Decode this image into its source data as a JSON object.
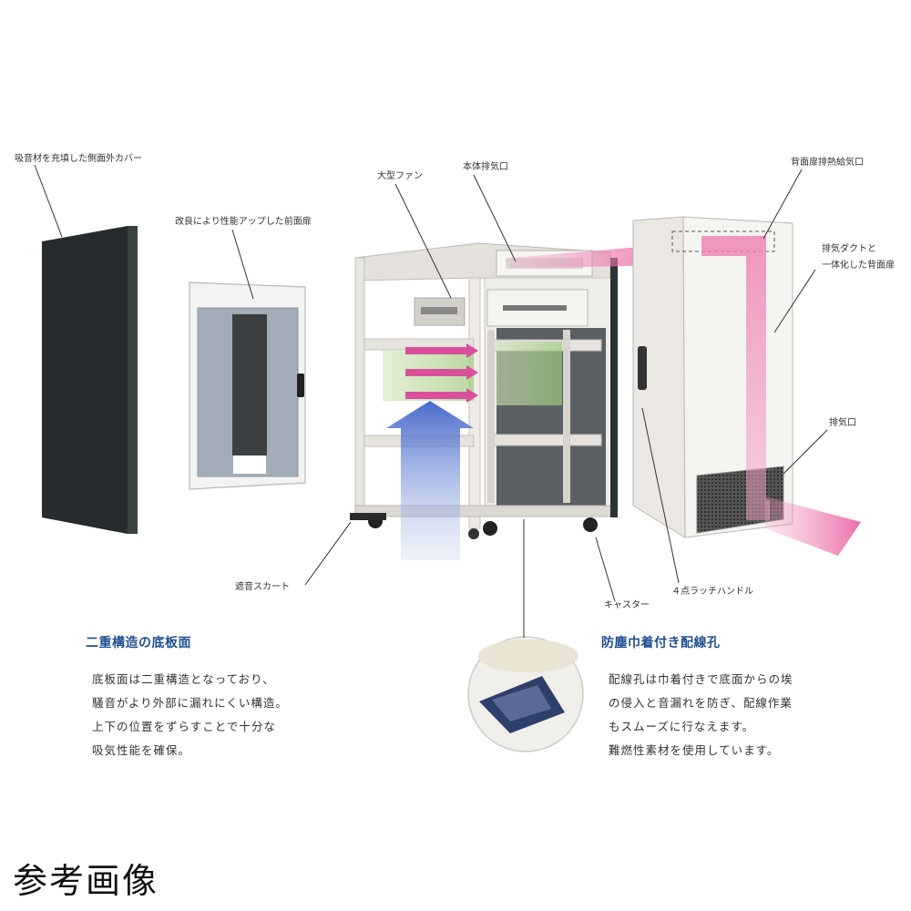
{
  "labels": {
    "side_cover": "吸音材を充填した側面外カバー",
    "front_door": "改良により性能アップした前面扉",
    "large_fan": "大型ファン",
    "body_exhaust": "本体排気口",
    "rear_door_vent": "背面扉排熱給気口",
    "rear_door_duct_line1": "排気ダクトと",
    "rear_door_duct_line2": "一体化した背面扉",
    "exhaust_port": "排気口",
    "skirt": "遮音スカート",
    "caster": "キャスター",
    "latch_handle": "４点ラッチハンドル"
  },
  "sections": {
    "bottom": {
      "heading": "二重構造の底板面",
      "lines": [
        "底板面は二重構造となっており、",
        "騒音がより外部に漏れにくい構造。",
        "上下の位置をずらすことで十分な",
        "吸気性能を確保。"
      ]
    },
    "cable_hole": {
      "heading": "防塵巾着付き配線孔",
      "lines": [
        "配線孔は巾着付きで底面からの埃",
        "の侵入と音漏れを防ぎ、配線作業",
        "もスムーズに行なえます。",
        "難燃性素材を使用しています。"
      ]
    }
  },
  "reference_label": "参考画像",
  "colors": {
    "heading": "#1e4f91",
    "panel_dark": "#262b2d",
    "frame": "#e9e6e0",
    "exhaust_pink": "#e8559a",
    "intake_blue": "#3f62c9"
  }
}
